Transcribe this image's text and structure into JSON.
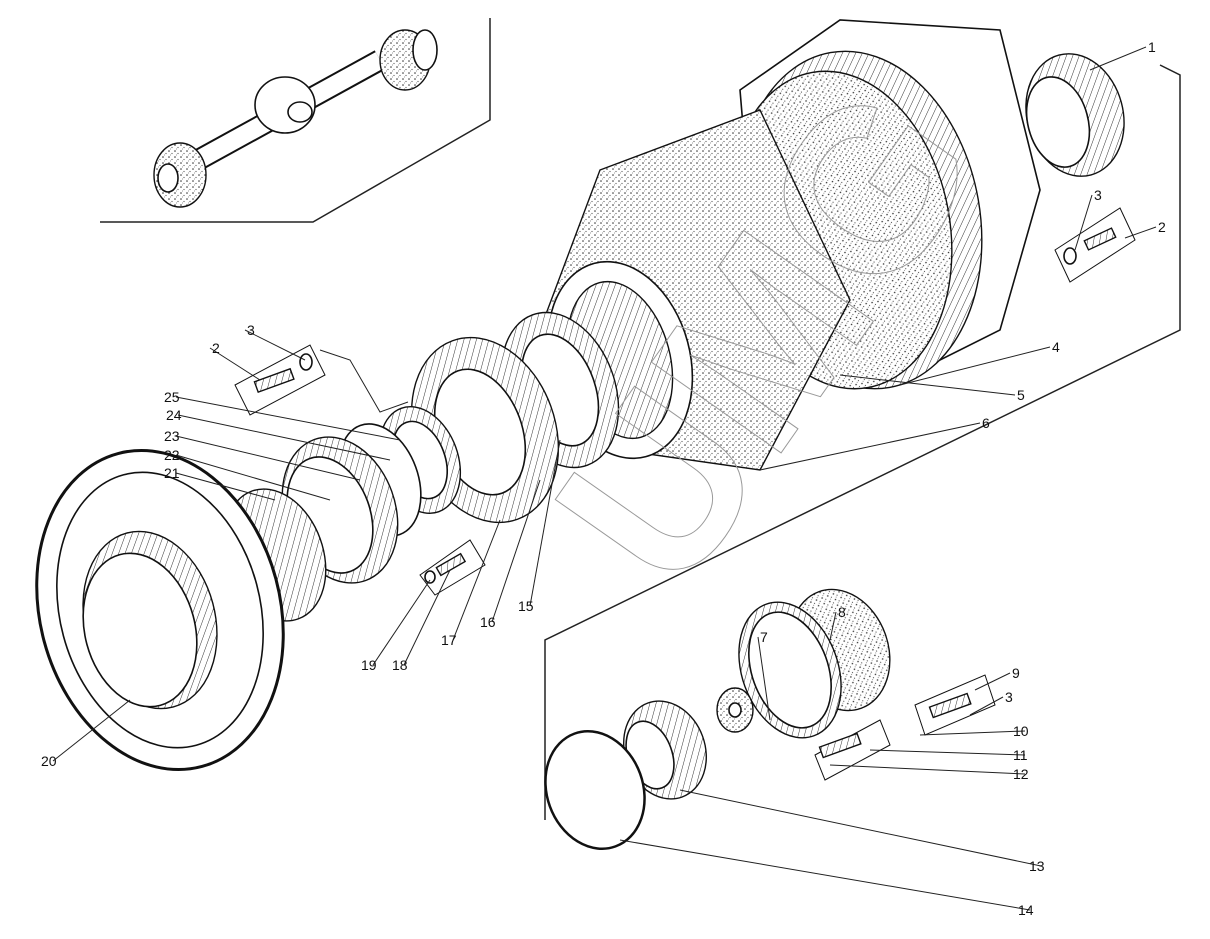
{
  "diagram": {
    "title": "Exploded view of wheel hub reduction assembly",
    "watermark": "UMG",
    "callouts": [
      "1",
      "2",
      "3",
      "4",
      "5",
      "6",
      "2",
      "3",
      "25",
      "24",
      "23",
      "22",
      "21",
      "20",
      "19",
      "18",
      "17",
      "16",
      "15",
      "7",
      "8",
      "9",
      "3",
      "10",
      "11",
      "12",
      "13",
      "14"
    ]
  }
}
